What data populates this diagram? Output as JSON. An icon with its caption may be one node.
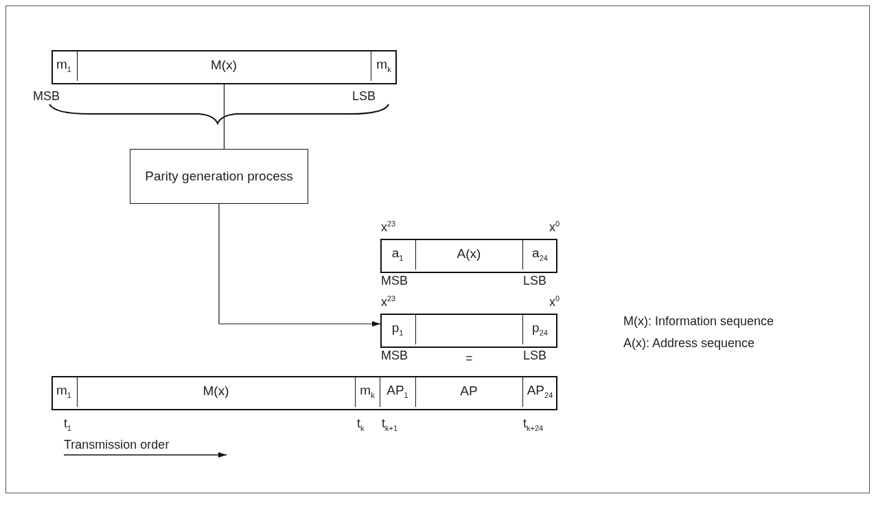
{
  "diagram": {
    "nodes": [
      {
        "text": [],
        "shape": "bar"
      },
      {
        "text": [
          "m$_{1}$"
        ],
        "in": 0
      },
      {
        "text": [
          "M(x)"
        ],
        "in": 0
      },
      {
        "text": [
          "m$_{k}$"
        ],
        "in": 0
      },
      {
        "text": [
          "Parity generation process"
        ]
      },
      {
        "text": [],
        "shape": "bar"
      },
      {
        "text": [
          "a$_{1}$"
        ],
        "in": 5
      },
      {
        "text": [
          "A(x)"
        ],
        "in": 5
      },
      {
        "text": [
          "a$_{24}$"
        ],
        "in": 5
      },
      {
        "text": [],
        "shape": "bar"
      },
      {
        "text": [
          "p$_{1}$"
        ],
        "in": 9
      },
      {
        "text": [],
        "shape": "box",
        "in": 9
      },
      {
        "text": [
          "p$_{24}$"
        ],
        "in": 9
      },
      {
        "text": [],
        "shape": "bar"
      },
      {
        "text": [
          "m$_{1}$"
        ],
        "in": 13
      },
      {
        "text": [
          "M(x)"
        ],
        "in": 13
      },
      {
        "text": [
          "m$_{k}$"
        ],
        "in": 13
      },
      {
        "text": [
          "AP$_{1}$"
        ],
        "in": 13
      },
      {
        "text": [
          "AP"
        ],
        "in": 13
      },
      {
        "text": [
          "AP$_{24}$"
        ],
        "in": 13
      }
    ],
    "edges": [
      {
        "from": 0,
        "to": 4,
        "arrow": "none"
      },
      {
        "from": 4,
        "to": 9,
        "arrow": "to"
      }
    ],
    "labels": [
      "MSB",
      "LSB",
      "x$^{23}$",
      "x$^{0}$",
      "MSB",
      "LSB",
      "x$^{23}$",
      "x$^{0}$",
      "MSB",
      "=",
      "LSB",
      "t$_{1}$",
      "t$_{k}$",
      "t$_{k+1}$",
      "t$_{k+24}$",
      "Transmission order",
      "M(x): Information sequence",
      "A(x): Address sequence"
    ]
  }
}
